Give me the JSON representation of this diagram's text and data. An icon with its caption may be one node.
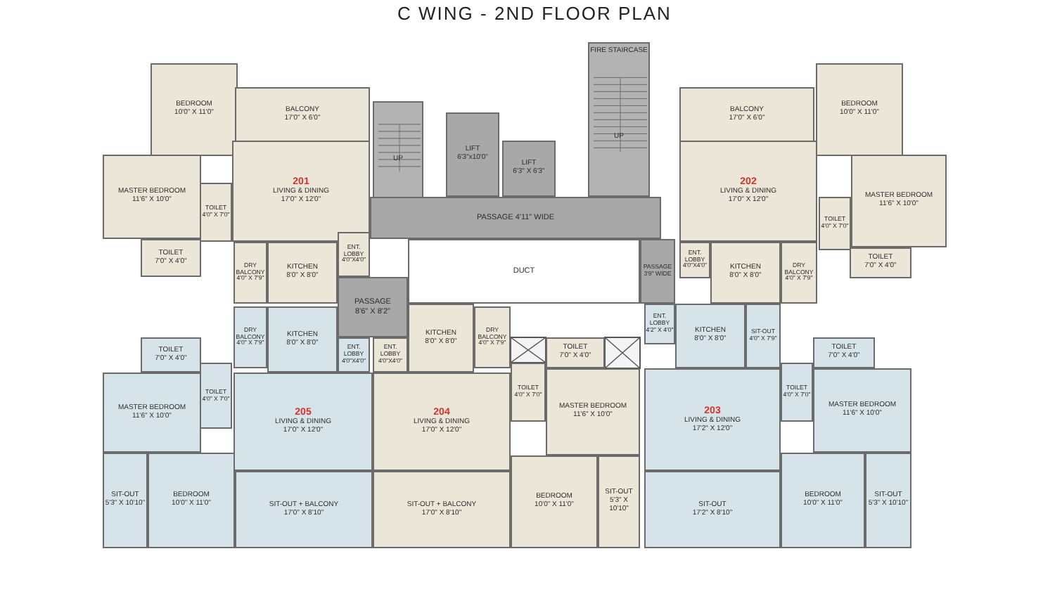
{
  "diagram": {
    "title": "C WING - 2ND FLOOR PLAN",
    "nodes": [
      {
        "text": [
          "BEDROOM",
          "10'0\" X 11'0\""
        ]
      },
      {
        "text": [
          "BALCONY",
          "17'0\" X 6'0\""
        ]
      },
      {
        "text": [
          "MASTER BEDROOM",
          "11'6\" X 10'0\""
        ]
      },
      {
        "text": [
          "201",
          "LIVING & DINING",
          "17'0\" X 12'0\""
        ]
      },
      {
        "text": [
          "TOILET",
          "4'0\" X 7'0\""
        ]
      },
      {
        "text": [
          "TOILET",
          "7'0\" X 4'0\""
        ]
      },
      {
        "text": [
          "DRY BALCONY",
          "4'0\" X 7'9\""
        ]
      },
      {
        "text": [
          "KITCHEN",
          "8'0\" X 8'0\""
        ]
      },
      {
        "text": [
          "ENT. LOBBY",
          "4'0\"X4'0\""
        ]
      },
      {
        "text": [
          "UP"
        ]
      },
      {
        "text": [
          "LIFT",
          "6'3\"x10'0\""
        ]
      },
      {
        "text": [
          "LIFT",
          "6'3\" X 6'3\""
        ]
      },
      {
        "text": [
          "FIRE STAIRCASE",
          "UP"
        ]
      },
      {
        "text": [
          "PASSAGE 4'11\" WIDE"
        ]
      },
      {
        "text": [
          "DUCT"
        ]
      },
      {
        "text": [
          "PASSAGE",
          "8'6\" X 8'2\""
        ]
      },
      {
        "text": [
          "PASSAGE",
          "3'9\" WIDE"
        ]
      },
      {
        "text": [
          "BALCONY",
          "17'0\" X 6'0\""
        ]
      },
      {
        "text": [
          "BEDROOM",
          "10'0\" X 11'0\""
        ]
      },
      {
        "text": [
          "MASTER BEDROOM",
          "11'6\" X 10'0\""
        ]
      },
      {
        "text": [
          "202",
          "LIVING & DINING",
          "17'0\" X 12'0\""
        ]
      },
      {
        "text": [
          "TOILET",
          "4'0\" X 7'0\""
        ]
      },
      {
        "text": [
          "TOILET",
          "7'0\" X 4'0\""
        ]
      },
      {
        "text": [
          "ENT. LOBBY",
          "4'0\"X4'0\""
        ]
      },
      {
        "text": [
          "KITCHEN",
          "8'0\" X 8'0\""
        ]
      },
      {
        "text": [
          "DRY BALCONY",
          "4'0\" X 7'9\""
        ]
      },
      {
        "text": [
          "DRY BALCONY",
          "4'0\" X 7'9\""
        ]
      },
      {
        "text": [
          "KITCHEN",
          "8'0\" X 8'0\""
        ]
      },
      {
        "text": [
          "ENT. LOBBY",
          "4'0\"X4'0\""
        ]
      },
      {
        "text": [
          "TOILET",
          "7'0\" X 4'0\""
        ]
      },
      {
        "text": [
          "TOILET",
          "4'0\" X 7'0\""
        ]
      },
      {
        "text": [
          "MASTER BEDROOM",
          "11'6\" X 10'0\""
        ]
      },
      {
        "text": [
          "205",
          "LIVING & DINING",
          "17'0\" X 12'0\""
        ]
      },
      {
        "text": [
          "SIT-OUT",
          "5'3\" X 10'10\""
        ]
      },
      {
        "text": [
          "BEDROOM",
          "10'0\" X 11'0\""
        ]
      },
      {
        "text": [
          "SIT-OUT + BALCONY",
          "17'0\" X 8'10\""
        ]
      },
      {
        "text": [
          "ENT. LOBBY",
          "4'0\"X4'0\""
        ]
      },
      {
        "text": [
          "KITCHEN",
          "8'0\" X 8'0\""
        ]
      },
      {
        "text": [
          "DRY BALCONY",
          "4'0\" X 7'9\""
        ]
      },
      {
        "text": [
          "204",
          "LIVING & DINING",
          "17'0\" X 12'0\""
        ]
      },
      {
        "text": [
          "TOILET",
          "4'0\" X 7'0\""
        ]
      },
      {
        "text": [
          "TOILET",
          "7'0\" X 4'0\""
        ]
      },
      {
        "text": [
          "MASTER BEDROOM",
          "11'6\" X 10'0\""
        ]
      },
      {
        "text": [
          "SIT-OUT + BALCONY",
          "17'0\" X 8'10\""
        ]
      },
      {
        "text": [
          "BEDROOM",
          "10'0\" X 11'0\""
        ]
      },
      {
        "text": [
          "SIT-OUT",
          "5'3\" X 10'10\""
        ]
      },
      {
        "text": [
          "ENT. LOBBY",
          "4'2\" X 4'0\""
        ]
      },
      {
        "text": [
          "KITCHEN",
          "8'0\" X 8'0\""
        ]
      },
      {
        "text": [
          "SIT-OUT",
          "4'0\" X 7'9\""
        ]
      },
      {
        "text": [
          "203",
          "LIVING & DINING",
          "17'2\" X 12'0\""
        ]
      },
      {
        "text": [
          "TOILET",
          "4'0\" X 7'0\""
        ]
      },
      {
        "text": [
          "TOILET",
          "7'0\" X 4'0\""
        ]
      },
      {
        "text": [
          "MASTER BEDROOM",
          "11'6\" X 10'0\""
        ]
      },
      {
        "text": [
          "SIT-OUT",
          "17'2\" X 8'10\""
        ]
      },
      {
        "text": [
          "BEDROOM",
          "10'0\" X 11'0\""
        ]
      },
      {
        "text": [
          "SIT-OUT",
          "5'3\" X 10'10\""
        ]
      }
    ]
  }
}
